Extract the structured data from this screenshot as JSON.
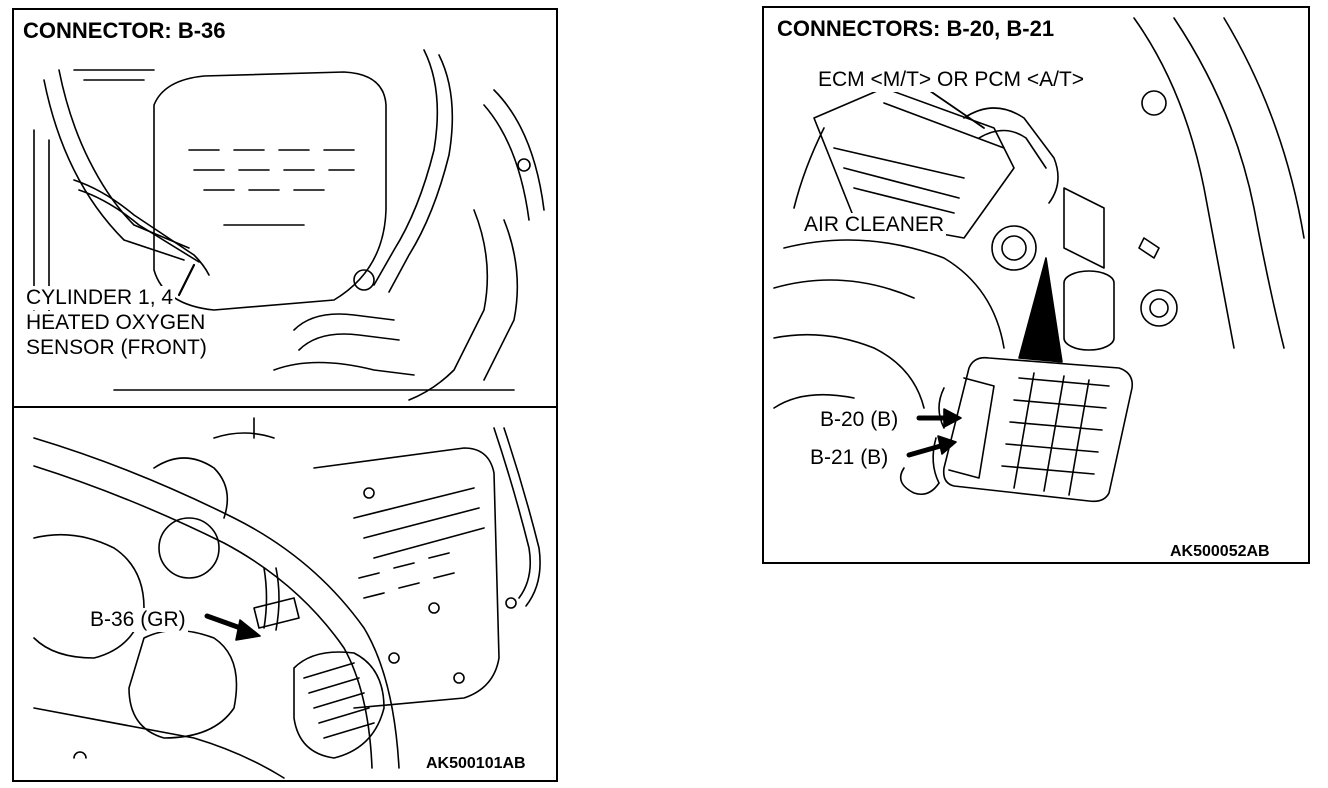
{
  "left_panel": {
    "title": "CONNECTOR: B-36",
    "sensor_label": {
      "line1": "CYLINDER 1, 4",
      "line2": "HEATED OXYGEN",
      "line3": "SENSOR (FRONT)"
    },
    "connector_label": "B-36 (GR)",
    "figure_code": "AK500101AB"
  },
  "right_panel": {
    "title": "CONNECTORS: B-20, B-21",
    "ecm_label": "ECM <M/T> OR PCM <A/T>",
    "air_cleaner_label": "AIR CLEANER",
    "connector_b20_label": "B-20 (B)",
    "connector_b21_label": "B-21 (B)",
    "figure_code": "AK500052AB"
  }
}
